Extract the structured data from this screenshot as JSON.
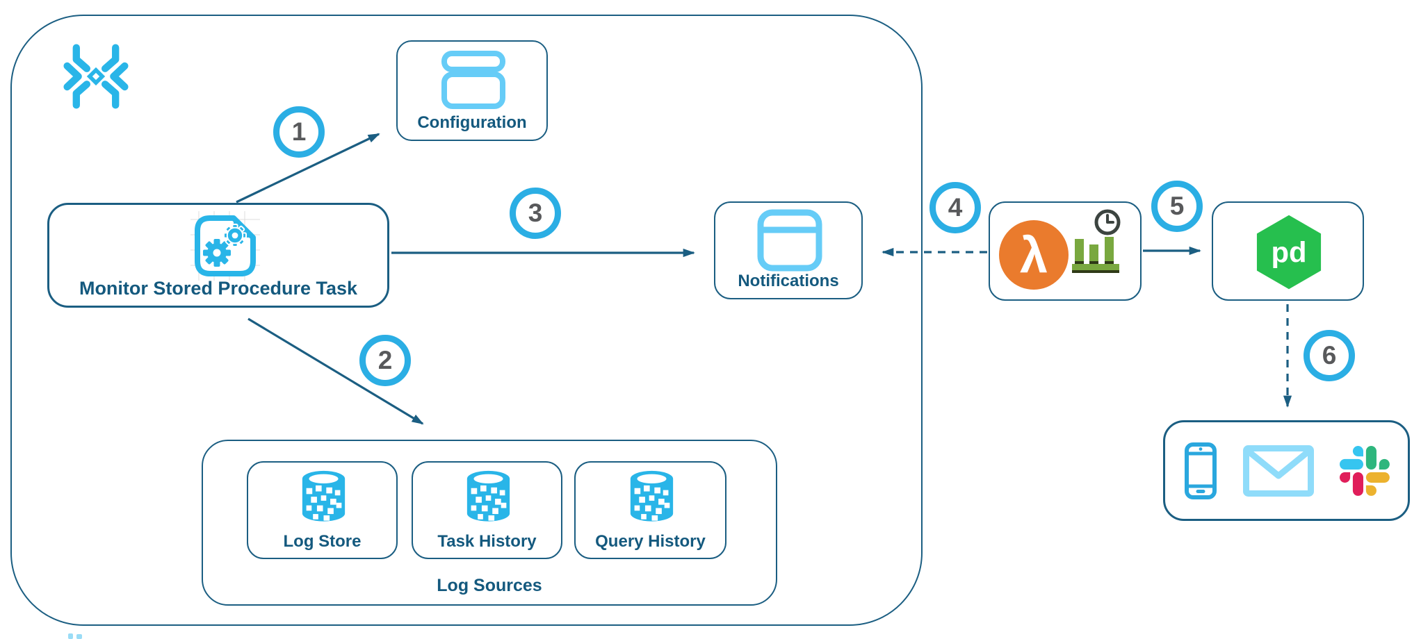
{
  "diagram": {
    "nodes": {
      "configuration": {
        "label": "Configuration"
      },
      "monitor_task": {
        "label": "Monitor Stored Procedure Task"
      },
      "notifications": {
        "label": "Notifications"
      },
      "log_sources": {
        "label": "Log Sources",
        "items": [
          {
            "label": "Log Store"
          },
          {
            "label": "Task History"
          },
          {
            "label": "Query History"
          }
        ]
      },
      "aws_lambda": {
        "glyph": "λ"
      },
      "pagerduty": {
        "logo_text": "pd"
      }
    },
    "steps": [
      "1",
      "2",
      "3",
      "4",
      "5",
      "6"
    ],
    "colors": {
      "snowflake_blue": "#29B5E8",
      "window_icon_blue": "#66CCF7",
      "envelope_blue": "#8FDCFA",
      "phone_blue": "#2AA7DE",
      "dark_blue_border_text": "#1B5E82",
      "label_text": "#14597E",
      "step_ring": "#2BAEE4",
      "step_number": "#58595B",
      "lambda_orange": "#EA7B2D",
      "bars_green": "#79A83F",
      "bars_dark": "#2F3A17",
      "clock_gray": "#3C4440",
      "pagerduty_green": "#26BF4E",
      "slack_blue": "#36C5F0",
      "slack_green": "#2EB67D",
      "slack_red": "#E01E5A",
      "slack_yellow": "#ECB22E"
    }
  }
}
